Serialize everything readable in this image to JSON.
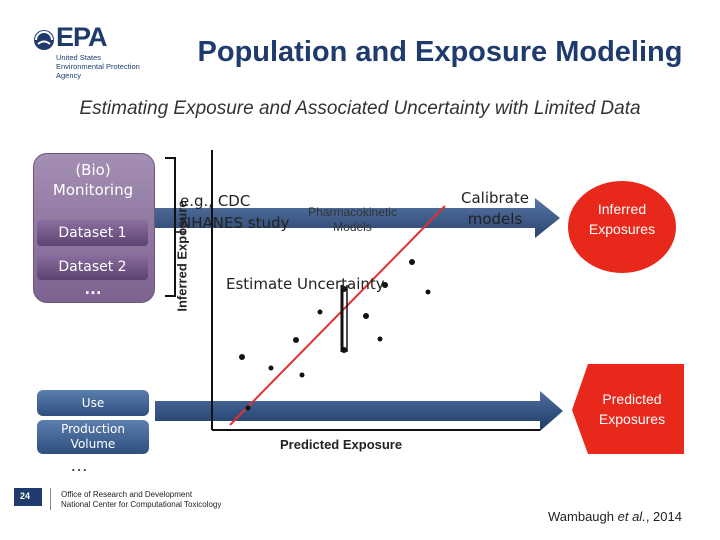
{
  "header": {
    "title": "Population and Exposure Modeling",
    "subtitle": "Estimating Exposure and Associated Uncertainty with Limited Data",
    "logo": {
      "wordmark": "EPA",
      "line1": "United States",
      "line2": "Environmental Protection",
      "line3": "Agency",
      "color": "#1f3b6e"
    }
  },
  "bio_monitoring": {
    "label": "(Bio) Monitoring",
    "dataset1": "Dataset 1",
    "dataset2": "Dataset 2",
    "ellipsis": "…"
  },
  "production": {
    "use": "Use",
    "volume": "Production Volume",
    "ellipsis": "…"
  },
  "chart": {
    "ylabel": "Inferred Exposure",
    "xlabel": "Predicted Exposure",
    "nhanes_note": "e.g., CDC NHANES study",
    "pk_models": "Pharmacokinetic Models",
    "calibrate": "Calibrate models",
    "estimate_uncertainty": "Estimate Uncertainty",
    "fit_line_color": "#e03030"
  },
  "outputs": {
    "inferred": "Inferred Exposures",
    "predicted": "Predicted Exposures",
    "color": "#e8281a"
  },
  "footer": {
    "slide_number": "24",
    "org_line1": "Office of Research and Development",
    "org_line2": "National Center for Computational Toxicology",
    "citation_author": "Wambaugh",
    "citation_italic": "et al.",
    "citation_year": ", 2014"
  }
}
